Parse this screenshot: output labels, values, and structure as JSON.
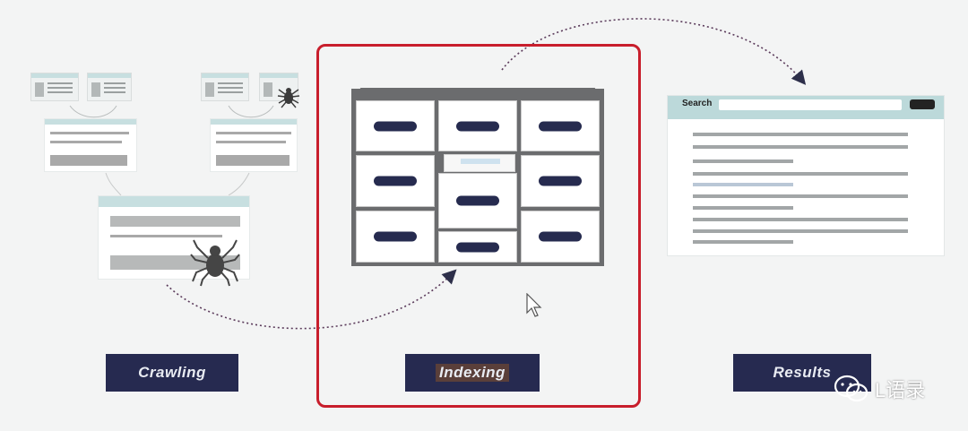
{
  "stages": {
    "crawling": "Crawling",
    "indexing": "Indexing",
    "results": "Results"
  },
  "search_bar": {
    "label": "Search"
  },
  "watermark": {
    "text": "L语录"
  },
  "colors": {
    "label_bg": "#262a50",
    "highlight_border": "#c81e2c",
    "cabinet": "#6b6c6e",
    "handle": "#262b4f",
    "arrow": "#2d2f4a"
  },
  "icons": [
    "spider-icon",
    "cursor-icon",
    "wechat-icon"
  ]
}
